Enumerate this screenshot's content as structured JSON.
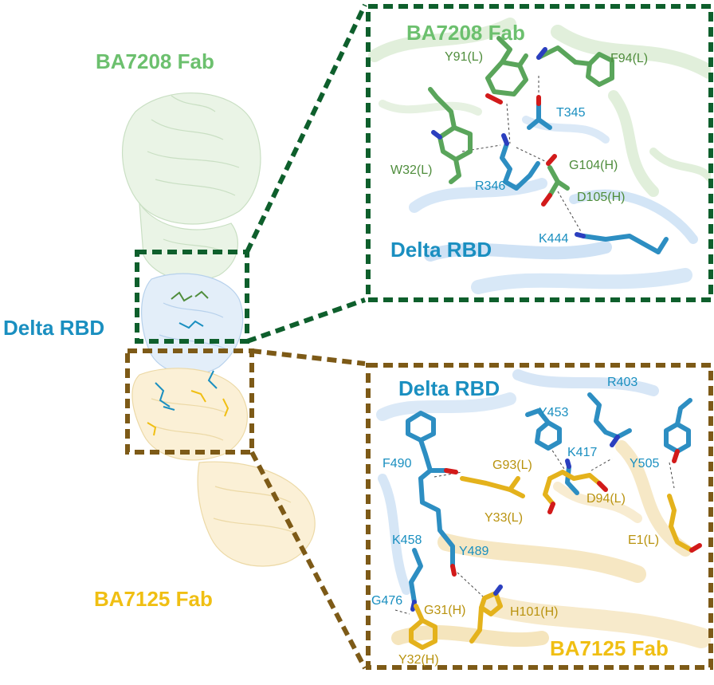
{
  "colors": {
    "fab7208": "#6cc06e",
    "fab7208_residue": "#4f8d3c",
    "rbd": "#1a8fc0",
    "fab7125": "#f0bf13",
    "fab7125_residue": "#b9930f",
    "box_top": "#0e5f2c",
    "box_bottom": "#7d5a17"
  },
  "overview": {
    "fab7208_label": "BA7208 Fab",
    "rbd_label": "Delta RBD",
    "fab7125_label": "BA7125 Fab"
  },
  "top_panel": {
    "fab_label": "BA7208 Fab",
    "rbd_label": "Delta RBD",
    "residues": {
      "y91": "Y91(L)",
      "f94": "F94(L)",
      "t345": "T345",
      "w32": "W32(L)",
      "g104": "G104(H)",
      "r346": "R346",
      "d105": "D105(H)",
      "k444": "K444"
    }
  },
  "bottom_panel": {
    "rbd_label": "Delta RBD",
    "fab_label": "BA7125 Fab",
    "residues": {
      "r403": "R403",
      "y453": "Y453",
      "k417": "K417",
      "f490": "F490",
      "g93": "G93(L)",
      "y505": "Y505",
      "d94": "D94(L)",
      "y33": "Y33(L)",
      "e1": "E1(L)",
      "k458": "K458",
      "y489": "Y489",
      "g476": "G476",
      "g31": "G31(H)",
      "h101": "H101(H)",
      "y32": "Y32(H)"
    }
  }
}
